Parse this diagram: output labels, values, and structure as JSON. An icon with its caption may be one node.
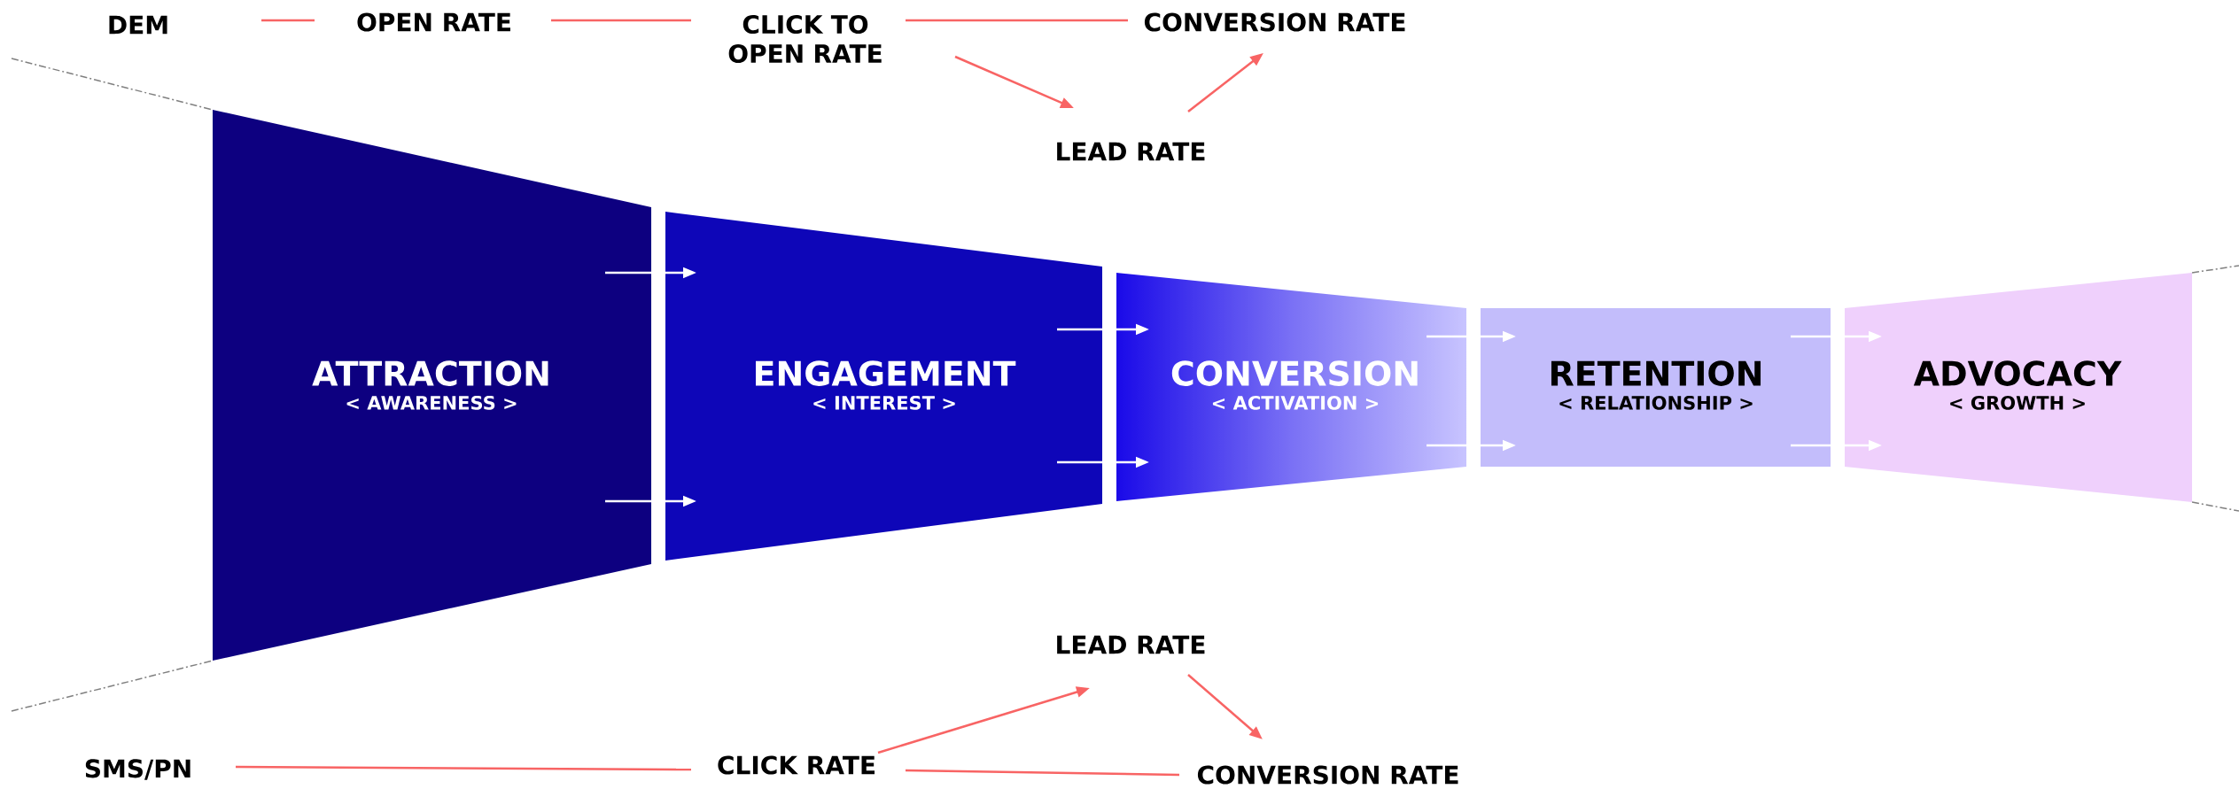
{
  "diagram": {
    "nodes": [
      {
        "text": [
          "ATTRACTION",
          "< AWARENESS >"
        ]
      },
      {
        "text": [
          "ENGAGEMENT",
          "< INTEREST >"
        ]
      },
      {
        "text": [
          "CONVERSION",
          "< ACTIVATION >"
        ]
      },
      {
        "text": [
          "RETENTION",
          "< RELATIONSHIP >"
        ]
      },
      {
        "text": [
          "ADVOCACY",
          "< GROWTH >"
        ]
      },
      {
        "text": [
          "DEM"
        ]
      },
      {
        "text": [
          "OPEN RATE"
        ]
      },
      {
        "text": [
          "CLICK TO OPEN RATE"
        ]
      },
      {
        "text": [
          "CONVERSION RATE"
        ]
      },
      {
        "text": [
          "LEAD RATE"
        ]
      },
      {
        "text": [
          "LEAD RATE"
        ]
      },
      {
        "text": [
          "SMS/PN"
        ]
      },
      {
        "text": [
          "CLICK RATE"
        ]
      },
      {
        "text": [
          "CONVERSION RATE"
        ]
      }
    ],
    "edges": [
      {
        "from": 0,
        "to": 1,
        "arrow": "to",
        "color": "#ffffff"
      },
      {
        "from": 0,
        "to": 1,
        "arrow": "to",
        "color": "#ffffff"
      },
      {
        "from": 1,
        "to": 2,
        "arrow": "to",
        "color": "#ffffff"
      },
      {
        "from": 1,
        "to": 2,
        "arrow": "to",
        "color": "#ffffff"
      },
      {
        "from": 2,
        "to": 3,
        "arrow": "to",
        "color": "#ffffff"
      },
      {
        "from": 2,
        "to": 3,
        "arrow": "to",
        "color": "#ffffff"
      },
      {
        "from": 3,
        "to": 4,
        "arrow": "to",
        "color": "#ffffff"
      },
      {
        "from": 3,
        "to": 4,
        "arrow": "to",
        "color": "#ffffff"
      },
      {
        "from": 5,
        "to": 6,
        "arrow": "none",
        "color": "#f86464"
      },
      {
        "from": 6,
        "to": 7,
        "arrow": "none",
        "color": "#f86464"
      },
      {
        "from": 7,
        "to": 8,
        "arrow": "none",
        "color": "#f86464"
      },
      {
        "from": 7,
        "to": 9,
        "arrow": "to",
        "color": "#f86464"
      },
      {
        "from": 9,
        "to": 8,
        "arrow": "to",
        "color": "#f86464"
      },
      {
        "from": 11,
        "to": 12,
        "arrow": "none",
        "color": "#f86464"
      },
      {
        "from": 12,
        "to": 13,
        "arrow": "none",
        "color": "#f86464"
      },
      {
        "from": 12,
        "to": 10,
        "arrow": "to",
        "color": "#f86464"
      },
      {
        "from": 10,
        "to": 13,
        "arrow": "to",
        "color": "#f86464"
      }
    ]
  }
}
